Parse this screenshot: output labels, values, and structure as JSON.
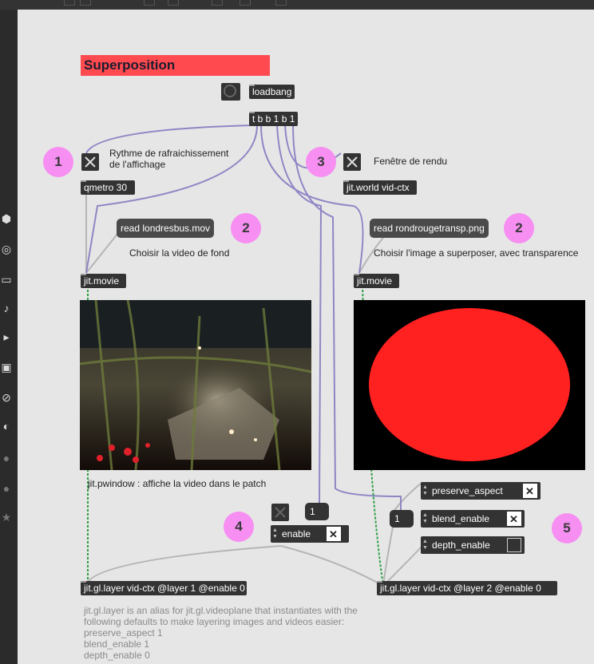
{
  "title": "Superposition",
  "objects": {
    "loadbang": "loadbang",
    "trigger": "t b b 1 b 1",
    "qmetro": "qmetro 30",
    "jitworld": "jit.world vid-ctx",
    "movie_left": "jit.movie",
    "movie_right": "jit.movie",
    "layer1": "jit.gl.layer vid-ctx @layer 1 @enable 0",
    "layer2": "jit.gl.layer vid-ctx @layer 2 @enable 0"
  },
  "messages": {
    "read_left": "read londresbus.mov",
    "read_right": "read rondrougetransp.png"
  },
  "comments": {
    "refresh_rate": "Rythme de rafraichissement\nde l'affichage",
    "render_window": "Fenêtre de rendu",
    "choose_background": "Choisir la video de fond",
    "choose_overlay": "Choisir l'image a superposer, avec transparence",
    "pwindow_note": "jit.pwindow : affiche la video dans le patch",
    "layer_note": "jit.gl.layer is an alias for jit.gl.videoplane that instantiates with the\nfollowing defaults to make layering images and videos easier:\npreserve_aspect 1\nblend_enable 1\ndepth_enable 0"
  },
  "badges": [
    "1",
    "2",
    "3",
    "2",
    "4",
    "5"
  ],
  "number_boxes": [
    "1",
    "1"
  ],
  "attr_ui": [
    {
      "label": "enable",
      "checked": true
    },
    {
      "label": "preserve_aspect",
      "checked": true
    },
    {
      "label": "blend_enable",
      "checked": true
    },
    {
      "label": "depth_enable",
      "checked": false
    }
  ],
  "colors": {
    "patch_bg": "#e6e6e6",
    "object_bg": "#333333",
    "title_bg": "#ff4a4f",
    "badge": "#f78ef2",
    "patch_cord_purple": "#8f86c4",
    "overlay_red": "#ff2020"
  }
}
